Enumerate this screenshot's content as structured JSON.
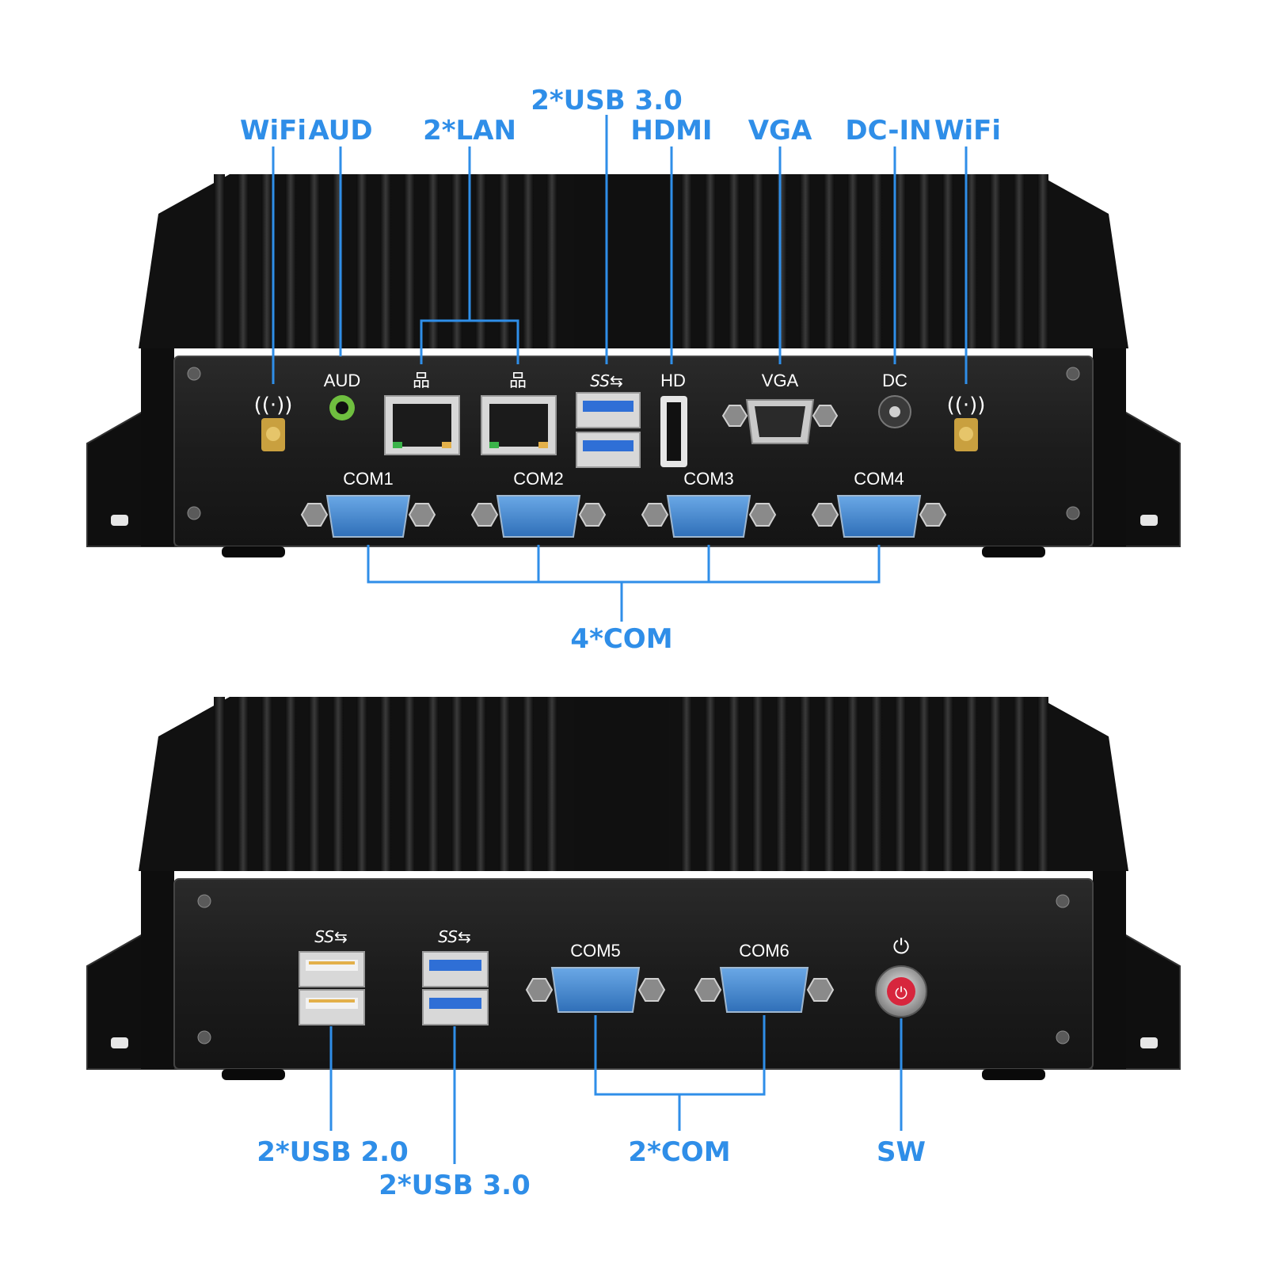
{
  "top_unit": {
    "callouts": {
      "wifi_left": "WiFi",
      "aud": "AUD",
      "lan": "2*LAN",
      "usb3": "2*USB 3.0",
      "hdmi": "HDMI",
      "vga": "VGA",
      "dc_in": "DC-IN",
      "wifi_right": "WiFi",
      "com_group": "4*COM"
    },
    "port_labels": {
      "aud": "AUD",
      "hd": "HD",
      "vga": "VGA",
      "dc": "DC",
      "com1": "COM1",
      "com2": "COM2",
      "com3": "COM3",
      "com4": "COM4"
    }
  },
  "bottom_unit": {
    "callouts": {
      "usb2": "2*USB 2.0",
      "usb3": "2*USB 3.0",
      "com_group": "2*COM",
      "sw": "SW"
    },
    "port_labels": {
      "com5": "COM5",
      "com6": "COM6"
    }
  },
  "colors": {
    "callout_blue": "#2f8ee8",
    "chassis_black": "#141414",
    "com_port_blue": "#3f86d0",
    "power_button_red": "#d7263d"
  }
}
